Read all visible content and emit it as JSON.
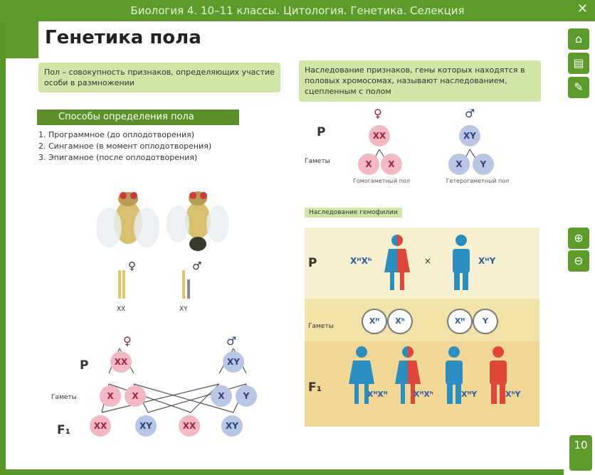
{
  "window": {
    "title": "Биология 4. 10–11 классы. Цитология. Генетика. Селекция",
    "close": "✕"
  },
  "page": {
    "title": "Генетика пола",
    "number": "10"
  },
  "definition": {
    "text": "Пол – совокупность признаков, определяющих участие особи в размножении"
  },
  "inheritance_def": {
    "text": "Наследование признаков, гены которых находятся в половых хромосомах, называют наследованием, сцепленным с полом"
  },
  "methods": {
    "header": "Способы определения пола",
    "items": [
      "1. Программное (до оплодотворения)",
      "2. Сингамное (в момент оплодотворения)",
      "3. Эпигамное (после оплодотворения)"
    ]
  },
  "fly": {
    "female_symbol": "♀",
    "male_symbol": "♂",
    "female_karyo": "XX",
    "male_karyo": "XY"
  },
  "scheme_left": {
    "P": "P",
    "gametes": "Гаметы",
    "F1": "F₁",
    "female": "XX",
    "male": "XY",
    "gX": "X",
    "gY": "Y"
  },
  "scheme_top": {
    "P": "P",
    "gametes": "Гаметы",
    "female": "XX",
    "male": "XY",
    "gX": "X",
    "gY": "Y",
    "homo": "Гомогаметный пол",
    "hetero": "Гетерогаметный пол"
  },
  "hemophilia": {
    "tag": "Наследование гемофилии",
    "P": "P",
    "gametes": "Гаметы",
    "F1": "F₁",
    "cross": "×",
    "mother": "XᴴXʰ",
    "father": "XᴴY",
    "g1": "Xᴴ",
    "g2": "Xʰ",
    "g3": "Xᴴ",
    "g4": "Y",
    "c1": "XᴴXᴴ",
    "c2": "XᴴXʰ",
    "c3": "XᴴY",
    "c4": "XʰY"
  },
  "colors": {
    "frame": "#5c9b2a",
    "box": "#cfe6a6",
    "pink": "#f3b8c2",
    "blue": "#b8c6e6",
    "male_person": "#2a8fc0",
    "female_person": "#e0463a"
  }
}
